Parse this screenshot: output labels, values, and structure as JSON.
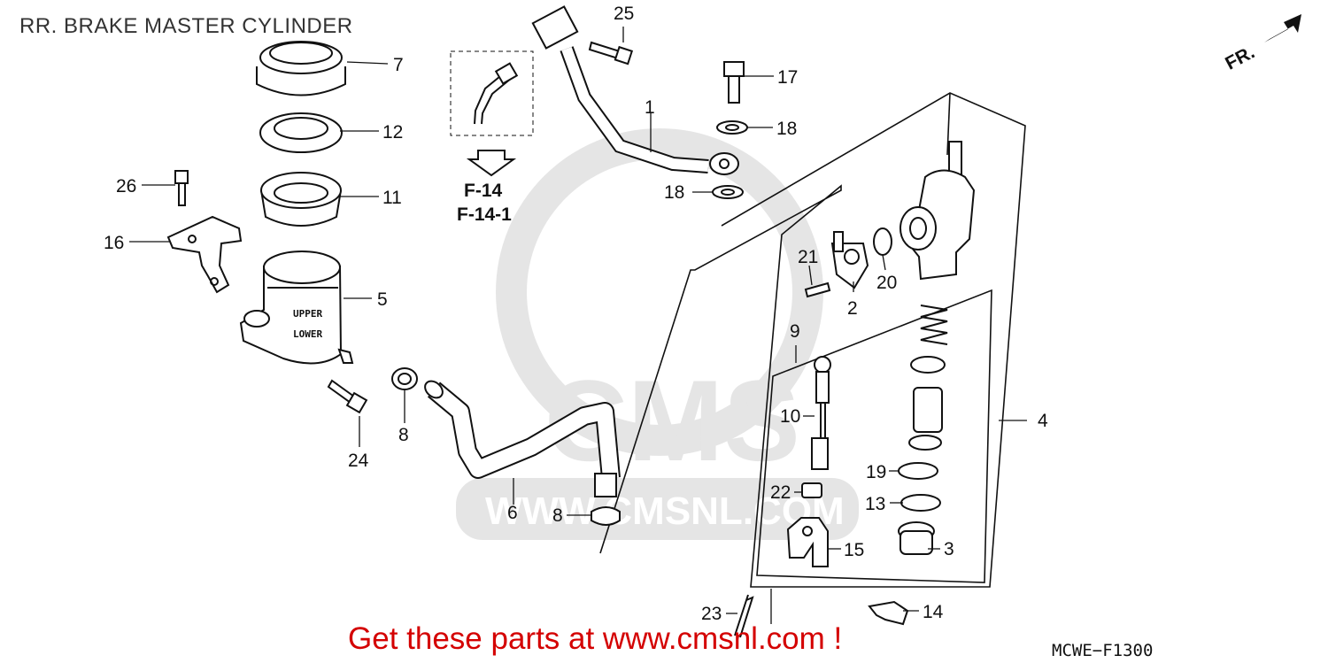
{
  "title": "RR. BRAKE MASTER CYLINDER",
  "footer_cta": "Get these parts at www.cmsnl.com !",
  "diagram_code": "MCWE−F1300",
  "direction_label": "FR.",
  "watermark": {
    "brand": "CMS",
    "url": "WWW.CMSNL.COM"
  },
  "reference": {
    "line1": "F-14",
    "line2": "F-14-1"
  },
  "callouts": {
    "c1": "1",
    "c2": "2",
    "c3": "3",
    "c4": "4",
    "c5": "5",
    "c6": "6",
    "c7": "7",
    "c8a": "8",
    "c8b": "8",
    "c9": "9",
    "c10": "10",
    "c11": "11",
    "c12": "12",
    "c13": "13",
    "c14": "14",
    "c15": "15",
    "c16": "16",
    "c17": "17",
    "c18a": "18",
    "c18b": "18",
    "c19": "19",
    "c20": "20",
    "c21": "21",
    "c22": "22",
    "c23": "23",
    "c24": "24",
    "c25": "25",
    "c26": "26"
  },
  "reservoir_text": {
    "upper": "UPPER",
    "lower": "LOWER"
  }
}
